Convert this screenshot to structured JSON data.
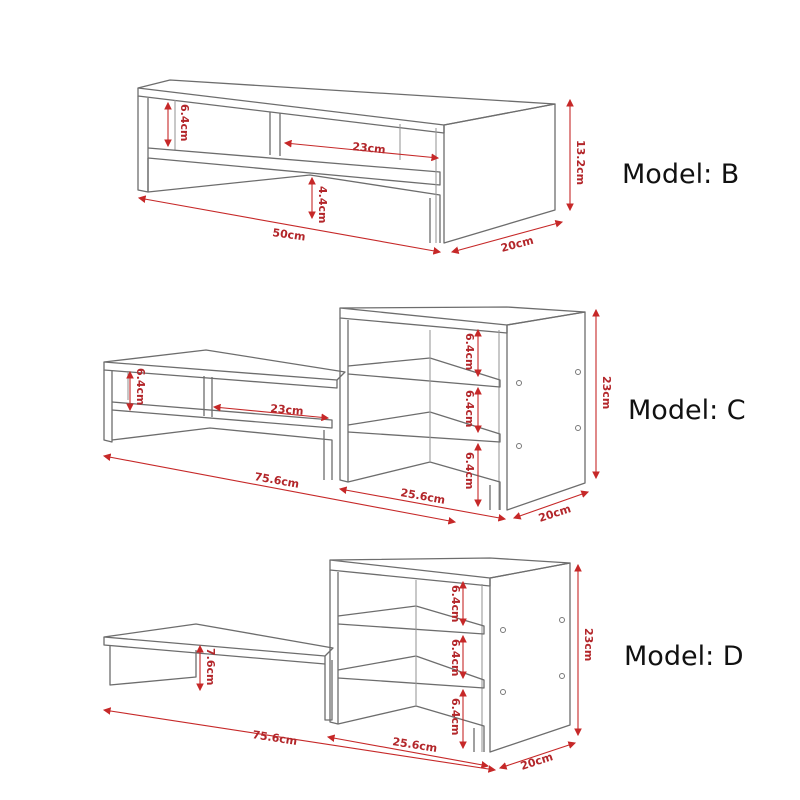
{
  "models": [
    {
      "label": "Model:  B",
      "dims": {
        "height_inner": "6.4cm",
        "inner_width": "23cm",
        "leg_gap": "4.4cm",
        "length": "50cm",
        "height_total": "13.2cm",
        "depth": "20cm"
      }
    },
    {
      "label": "Model:  C",
      "dims": {
        "height_inner": "6.4cm",
        "inner_width": "23cm",
        "shelf1": "6.4cm",
        "shelf2": "6.4cm",
        "shelf3": "6.4cm",
        "length": "75.6cm",
        "tower_width": "25.6cm",
        "height_total": "23cm",
        "depth": "20cm"
      }
    },
    {
      "label": "Model:  D",
      "dims": {
        "riser_height": "7.6cm",
        "shelf1": "6.4cm",
        "shelf2": "6.4cm",
        "shelf3": "6.4cm",
        "length": "75.6cm",
        "tower_width": "25.6cm",
        "height_total": "23cm",
        "depth": "20cm"
      }
    }
  ],
  "colors": {
    "dimension": "#c62828",
    "outline": "#6d6d6d",
    "text": "#111111",
    "background": "#ffffff"
  }
}
